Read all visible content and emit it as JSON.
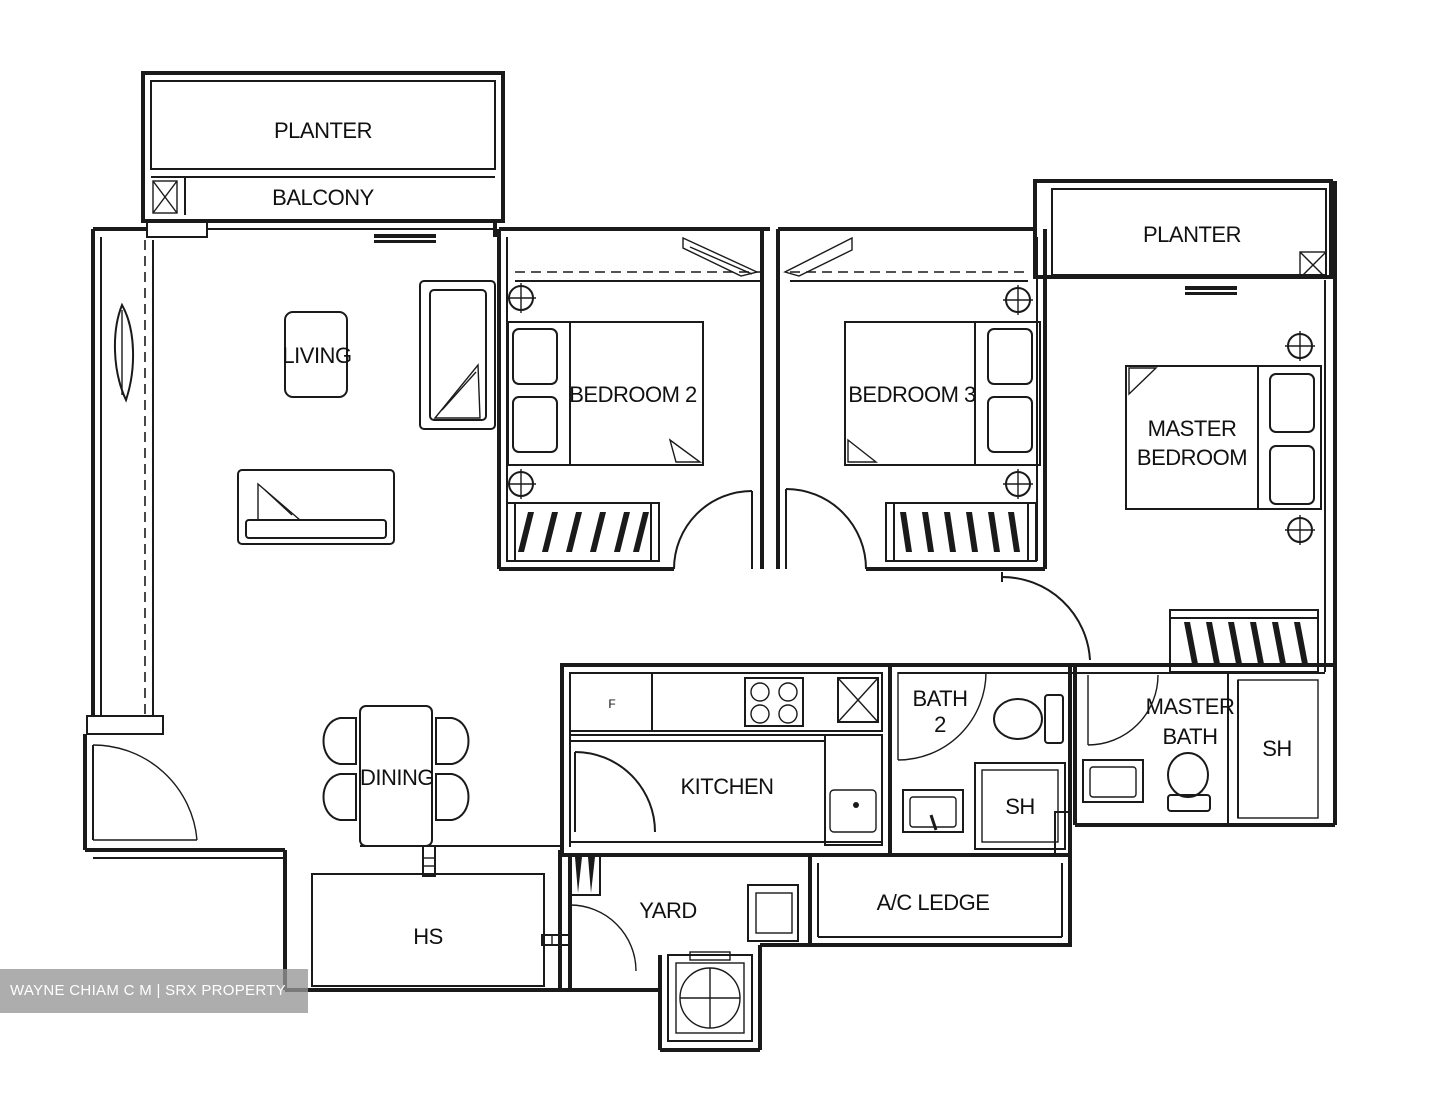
{
  "rooms": {
    "planter_top": "PLANTER",
    "balcony": "BALCONY",
    "planter_right": "PLANTER",
    "living": "LIVING",
    "bedroom2": "BEDROOM 2",
    "bedroom3": "BEDROOM 3",
    "master_bedroom_line1": "MASTER",
    "master_bedroom_line2": "BEDROOM",
    "bath2_line1": "BATH",
    "bath2_line2": "2",
    "master_bath_line1": "MASTER",
    "master_bath_line2": "BATH",
    "sh_bath2": "SH",
    "sh_master": "SH",
    "kitchen": "KITCHEN",
    "dining": "DINING",
    "yard": "YARD",
    "ac_ledge": "A/C LEDGE",
    "hs": "HS",
    "fridge": "F"
  },
  "watermark": "WAYNE CHIAM C M | SRX PROPERTY"
}
